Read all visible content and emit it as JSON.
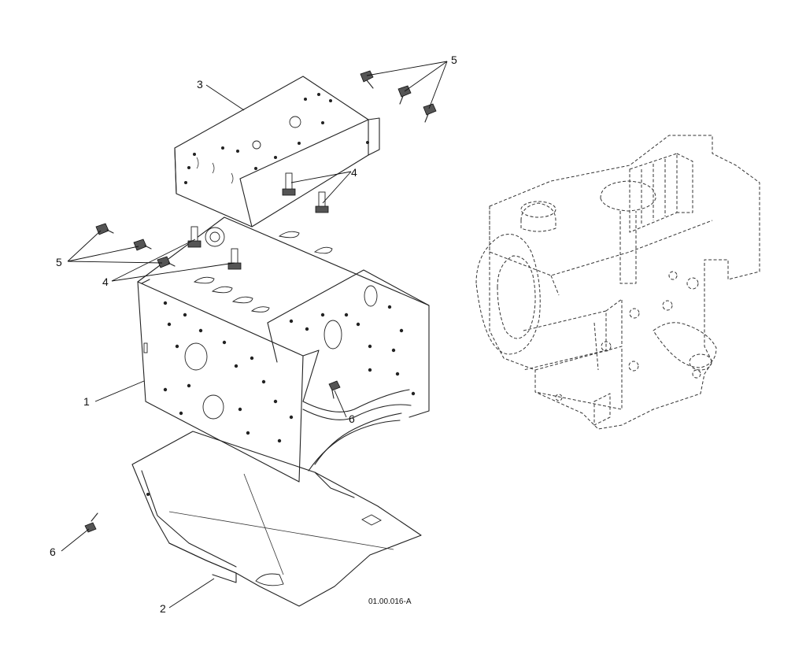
{
  "callouts": [
    {
      "id": "c1",
      "number": "1"
    },
    {
      "id": "c2",
      "number": "2"
    },
    {
      "id": "c3",
      "number": "3"
    },
    {
      "id": "c4a",
      "number": "4"
    },
    {
      "id": "c4b",
      "number": "4"
    },
    {
      "id": "c5a",
      "number": "5"
    },
    {
      "id": "c5b",
      "number": "5"
    },
    {
      "id": "c6a",
      "number": "6"
    },
    {
      "id": "c6b",
      "number": "6"
    }
  ],
  "drawing_code": "01.00.016-A"
}
